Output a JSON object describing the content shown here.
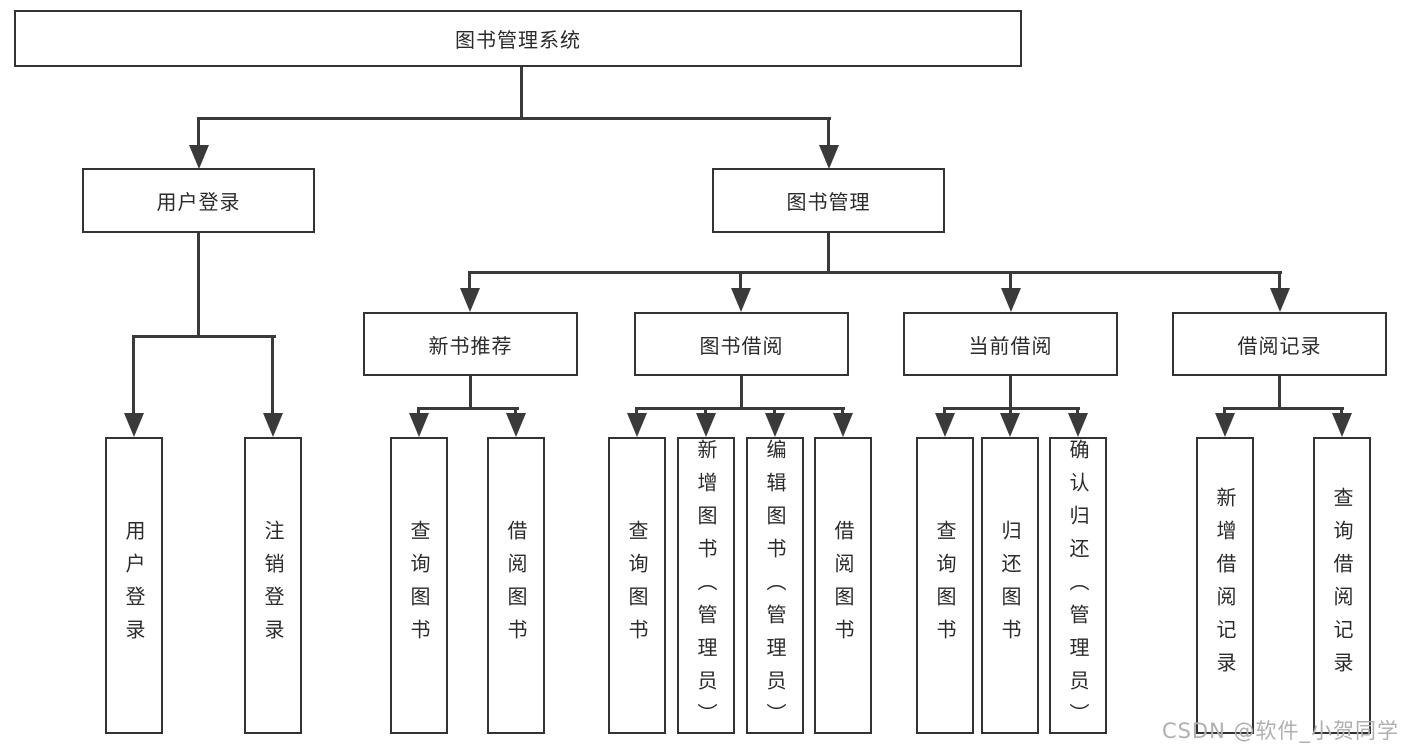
{
  "root": {
    "label": "图书管理系统"
  },
  "level2": [
    {
      "label": "用户登录"
    },
    {
      "label": "图书管理"
    }
  ],
  "level3": [
    {
      "label": "新书推荐",
      "parent": "图书管理"
    },
    {
      "label": "图书借阅",
      "parent": "图书管理"
    },
    {
      "label": "当前借阅",
      "parent": "图书管理"
    },
    {
      "label": "借阅记录",
      "parent": "图书管理"
    }
  ],
  "leaves": [
    {
      "label": "用户登录",
      "parent": "用户登录"
    },
    {
      "label": "注销登录",
      "parent": "用户登录"
    },
    {
      "label": "查询图书",
      "parent": "新书推荐"
    },
    {
      "label": "借阅图书",
      "parent": "新书推荐"
    },
    {
      "label": "查询图书",
      "parent": "图书借阅"
    },
    {
      "label": "新增图书（管理员）",
      "parent": "图书借阅"
    },
    {
      "label": "编辑图书（管理员）",
      "parent": "图书借阅"
    },
    {
      "label": "借阅图书",
      "parent": "图书借阅"
    },
    {
      "label": "查询图书",
      "parent": "当前借阅"
    },
    {
      "label": "归还图书",
      "parent": "当前借阅"
    },
    {
      "label": "确认归还（管理员）",
      "parent": "当前借阅"
    },
    {
      "label": "新增借阅记录",
      "parent": "借阅记录"
    },
    {
      "label": "查询借阅记录",
      "parent": "借阅记录"
    }
  ],
  "watermark": "CSDN @软件_小贺同学",
  "colors": {
    "line": "#3a3a3a",
    "box_border": "#333333",
    "box_fill": "#ffffff",
    "text": "#2b2b2b",
    "watermark": "#b0b0b0"
  }
}
